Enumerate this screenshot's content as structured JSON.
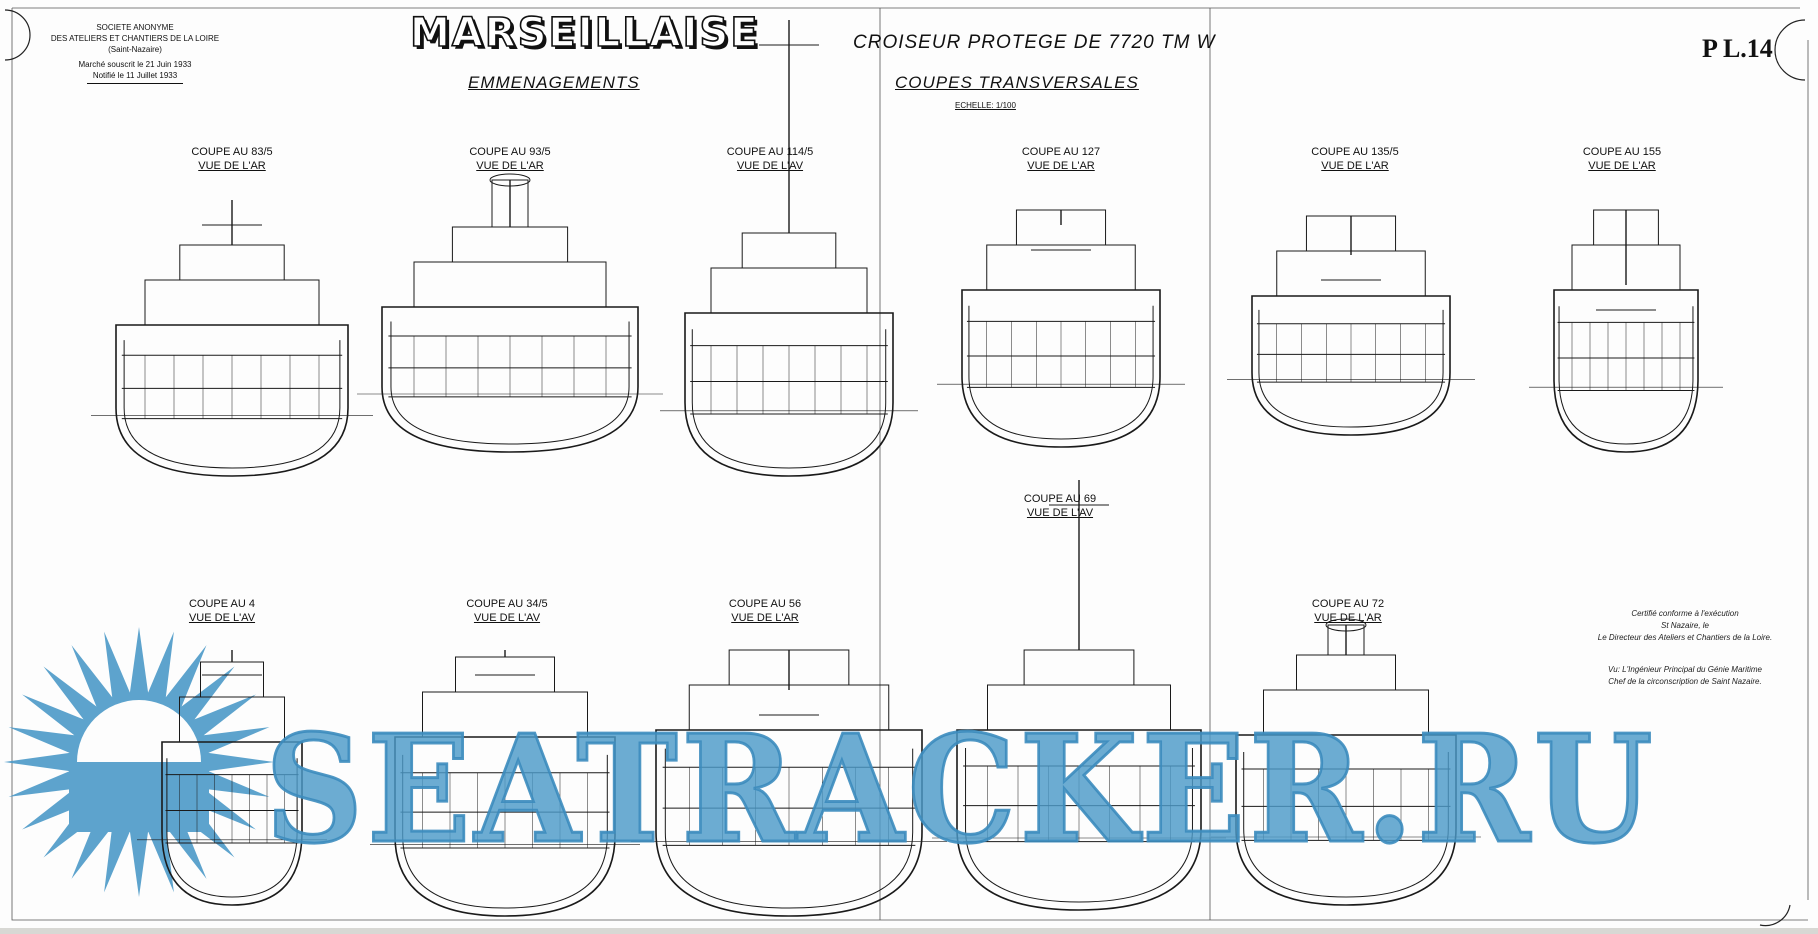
{
  "header": {
    "company_lines": [
      "SOCIETE ANONYME",
      "DES ATELIERS ET CHANTIERS DE LA LOIRE",
      "(Saint-Nazaire)"
    ],
    "contract_lines": [
      "Marché souscrit le 21 Juin 1933",
      "Notifié le 11 Juillet 1933"
    ],
    "ship_name": "MARSEILLAISE",
    "subtitle": "CROISEUR PROTEGE DE 7720 TM W",
    "left_heading": "EMMENAGEMENTS",
    "right_heading": "COUPES TRANSVERSALES",
    "scale": "ECHELLE: 1/100",
    "plate": "P L.14"
  },
  "sections": [
    {
      "title": "COUPE AU 83/5",
      "view": "VUE DE L'AR"
    },
    {
      "title": "COUPE AU 93/5",
      "view": "VUE DE L'AR"
    },
    {
      "title": "COUPE AU 114/5",
      "view": "VUE DE L'AV"
    },
    {
      "title": "COUPE AU 127",
      "view": "VUE DE L'AR"
    },
    {
      "title": "COUPE AU 135/5",
      "view": "VUE DE L'AR"
    },
    {
      "title": "COUPE AU 155",
      "view": "VUE DE L'AR"
    },
    {
      "title": "COUPE AU 69",
      "view": "VUE DE L'AV"
    },
    {
      "title": "COUPE AU 4",
      "view": "VUE DE L'AV"
    },
    {
      "title": "COUPE AU 34/5",
      "view": "VUE DE L'AV"
    },
    {
      "title": "COUPE AU 56",
      "view": "VUE DE L'AR"
    },
    {
      "title": "COUPE AU 72",
      "view": "VUE DE L'AR"
    }
  ],
  "certification": {
    "line1": "Certifié conforme à l'exécution",
    "line2": "St Nazaire, le",
    "line3": "Le Directeur des Ateliers et Chantiers de la Loire.",
    "line4": "Vu: L'Ingénieur Principal du Génie Maritime",
    "line5": "Chef de la circonscription de Saint Nazaire."
  },
  "watermark": {
    "text": "SEATRACKER.RU",
    "color": "#4c9ac8"
  }
}
